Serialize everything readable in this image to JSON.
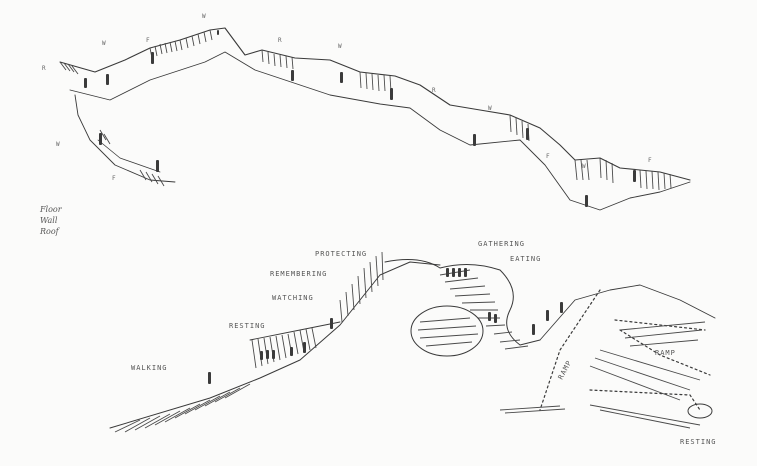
{
  "legend": {
    "items": [
      "Floor",
      "Wall",
      "Roof"
    ]
  },
  "top_sketch": {
    "letters": [
      "R",
      "W",
      "F",
      "W",
      "R",
      "W",
      "R",
      "W",
      "F",
      "W",
      "F",
      "W",
      "F"
    ]
  },
  "bottom_sketch": {
    "labels": {
      "protecting": "PROTECTING",
      "remembering": "REMEMBERING",
      "watching": "WATCHING",
      "resting_left": "RESTING",
      "walking": "WALKING",
      "gathering": "GATHERING",
      "eating": "EATING",
      "ramp_diag": "RAMP",
      "ramp": "RAMP",
      "resting_right": "RESTING"
    }
  }
}
